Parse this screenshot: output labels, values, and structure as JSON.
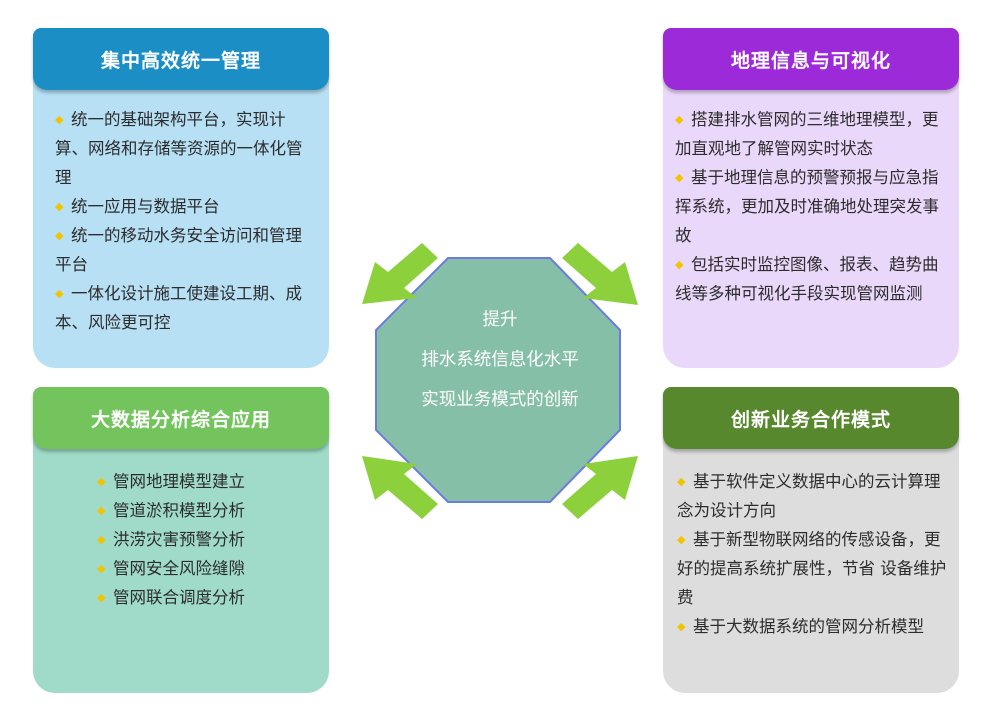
{
  "cards": {
    "top_left": {
      "title": "集中高效统一管理",
      "items": [
        "统一的基础架构平台，实现计算、网络和存储等资源的一体化管理",
        "统一应用与数据平台",
        "统一的移动水务安全访问和管理平台",
        "一体化设计施工使建设工期、成本、风险更可控"
      ]
    },
    "top_right": {
      "title": "地理信息与可视化",
      "items": [
        "搭建排水管网的三维地理模型，更加直观地了解管网实时状态",
        "基于地理信息的预警预报与应急指挥系统，更加及时准确地处理突发事故",
        "包括实时监控图像、报表、趋势曲线等多种可视化手段实现管网监测"
      ]
    },
    "bottom_left": {
      "title": "大数据分析综合应用",
      "items": [
        "管网地理模型建立",
        "管道淤积模型分析",
        "洪涝灾害预警分析",
        "管网安全风险缝隙",
        "管网联合调度分析"
      ]
    },
    "bottom_right": {
      "title": "创新业务合作模式",
      "items": [
        "基于软件定义数据中心的云计算理念为设计方向",
        "基于新型物联网络的传感设备，更好的提高系统扩展性，节省 设备维护费",
        "基于大数据系统的管网分析模型"
      ]
    }
  },
  "center": {
    "lines": [
      "提升",
      "排水系统信息化水平",
      "实现业务模式的创新"
    ]
  },
  "colors": {
    "octagon_fill": "#86bfa7",
    "octagon_stroke": "#6b7be0",
    "arrow": "#8cd13c",
    "bullet": "#f2c400"
  }
}
